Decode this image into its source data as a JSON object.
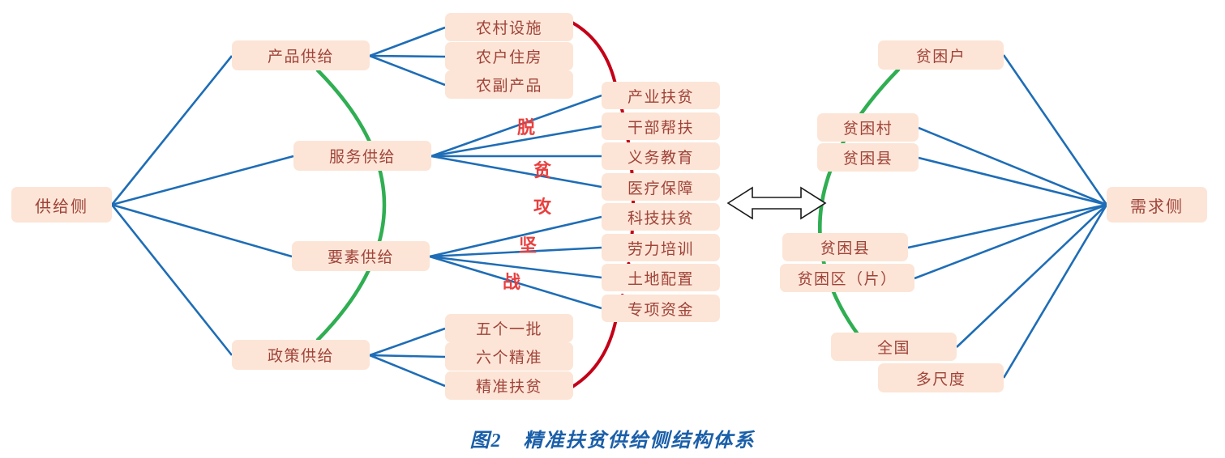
{
  "figure": {
    "caption": "图2　精准扶贫供给侧结构体系"
  },
  "supply": {
    "root": "供给侧",
    "categories": [
      "产品供给",
      "服务供给",
      "要素供给",
      "政策供给"
    ],
    "product_items": [
      "农村设施",
      "农户住房",
      "农副产品"
    ],
    "service_items": [
      "产业扶贫",
      "干部帮扶",
      "义务教育",
      "医疗保障"
    ],
    "factor_items": [
      "科技扶贫",
      "劳力培训",
      "土地配置",
      "专项资金"
    ],
    "policy_items": [
      "五个一批",
      "六个精准",
      "精准扶贫"
    ]
  },
  "battle_slogan": {
    "chars": [
      "脱",
      "贫",
      "攻",
      "坚",
      "战"
    ]
  },
  "demand": {
    "root": "需求侧",
    "items": [
      "贫困户",
      "贫困村",
      "贫困县",
      "贫困县",
      "贫困区（片）",
      "全国",
      "多尺度"
    ]
  },
  "colors": {
    "box_bg": "#fce5d6",
    "box_text": "#a0433a",
    "line_blue": "#1e6db6",
    "arc_green": "#2fae52",
    "arc_red": "#c40018",
    "slogan_red": "#e8403f",
    "caption_blue": "#1a5fa9"
  }
}
